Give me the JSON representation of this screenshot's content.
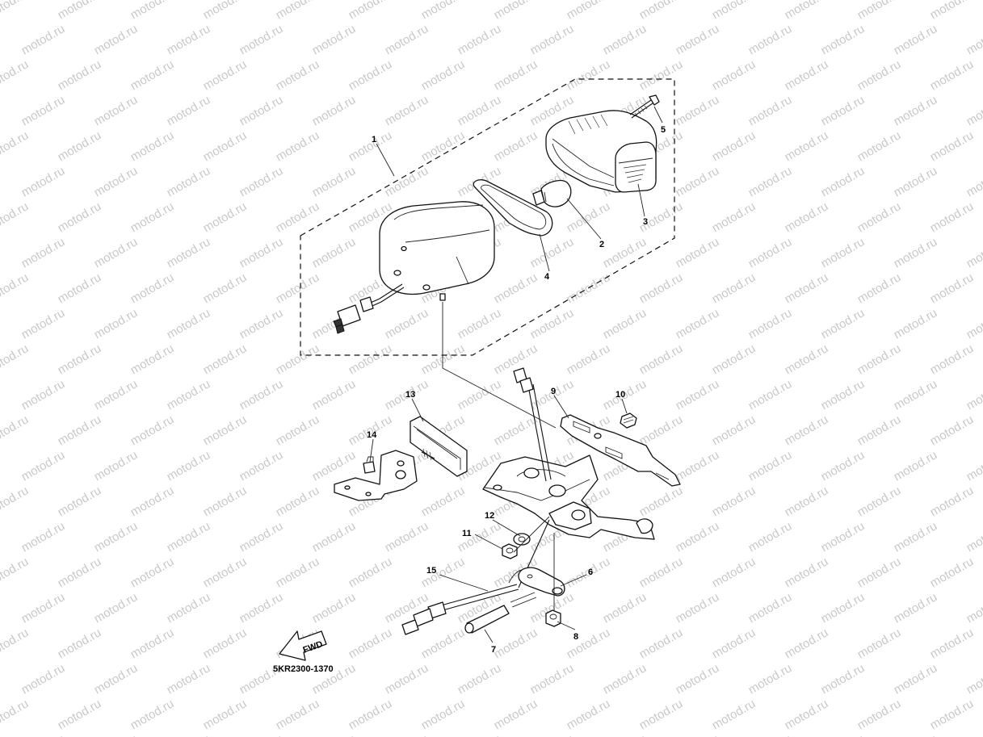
{
  "watermark": "motod.ru",
  "diagram_code": "5KR2300-1370",
  "fwd_label": "FWD",
  "callouts": [
    "1",
    "2",
    "3",
    "4",
    "5",
    "6",
    "7",
    "8",
    "9",
    "10",
    "11",
    "12",
    "13",
    "14",
    "15"
  ]
}
